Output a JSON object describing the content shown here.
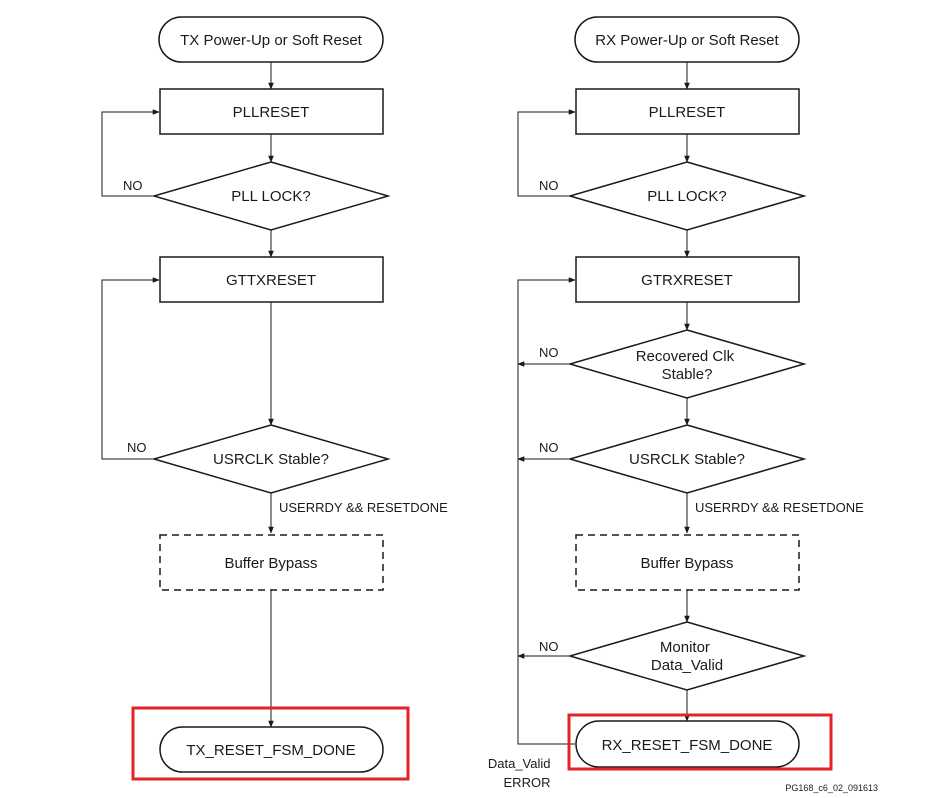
{
  "colors": {
    "highlight": "#e3232a",
    "stroke": "#1a1a1a",
    "background": "#ffffff"
  },
  "tx": {
    "start": "TX Power-Up or Soft Reset",
    "pllreset": "PLLRESET",
    "pll_lock": "PLL LOCK?",
    "gtreset": "GTTXRESET",
    "usrclk": "USRCLK Stable?",
    "usrclk_yes": "USERRDY && RESETDONE",
    "buffer_bypass": "Buffer Bypass",
    "done": "TX_RESET_FSM_DONE",
    "no_pll": "NO",
    "no_usrclk": "NO"
  },
  "rx": {
    "start": "RX Power-Up or Soft Reset",
    "pllreset": "PLLRESET",
    "pll_lock": "PLL LOCK?",
    "gtreset": "GTRXRESET",
    "recovered_clk": [
      "Recovered Clk",
      "Stable?"
    ],
    "usrclk": "USRCLK Stable?",
    "usrclk_yes": "USERRDY && RESETDONE",
    "buffer_bypass": "Buffer Bypass",
    "monitor": [
      "Monitor",
      "Data_Valid"
    ],
    "done": "RX_RESET_FSM_DONE",
    "no_pll": "NO",
    "no_recovered": "NO",
    "no_usrclk": "NO",
    "no_monitor": "NO",
    "data_valid_error": [
      "Data_Valid",
      "ERROR"
    ]
  },
  "figure_id": "PG168_c6_02_091613"
}
